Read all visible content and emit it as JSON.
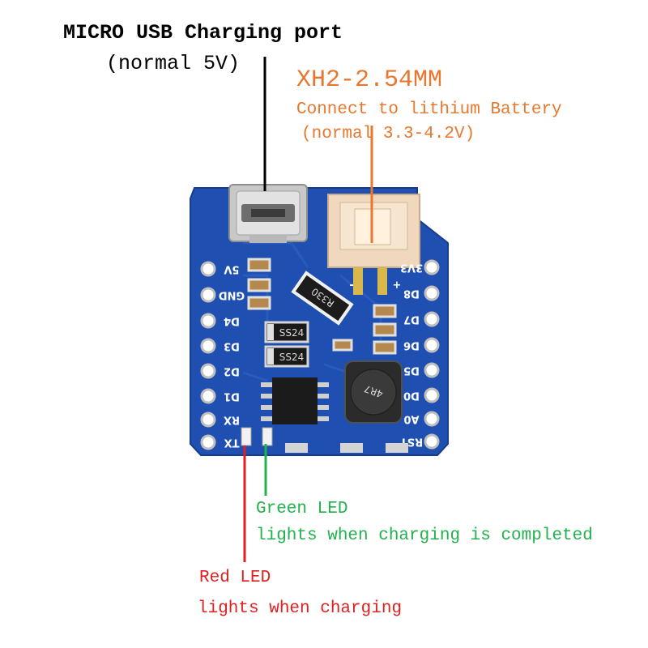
{
  "annotations": {
    "usb_title": "MICRO USB Charging port",
    "usb_sub": "(normal 5V)",
    "xh_title": "XH2-2.54MM",
    "xh_sub1": "Connect to lithium Battery",
    "xh_sub2": "(normal 3.3-4.2V)",
    "green_title": "Green LED",
    "green_sub": "lights when charging is completed",
    "red_title": "Red LED",
    "red_sub": "lights when charging"
  },
  "board": {
    "left_pins": [
      "5V",
      "GND",
      "D4",
      "D3",
      "D2",
      "D1",
      "RX",
      "TX"
    ],
    "right_pins": [
      "3V3",
      "D8",
      "D7",
      "D6",
      "D5",
      "D0",
      "A0",
      "RST"
    ],
    "components": {
      "resistor": "R330",
      "diode_1": "SS24",
      "diode_2": "SS24",
      "inductor": "4R7",
      "connector_minus": "-",
      "connector_plus": "+"
    }
  },
  "colors": {
    "pcb": "#1f4fb0",
    "usb_leader": "#000000",
    "battery_leader": "#e8772e",
    "green_led": "#22b24c",
    "red_led": "#e02020"
  }
}
